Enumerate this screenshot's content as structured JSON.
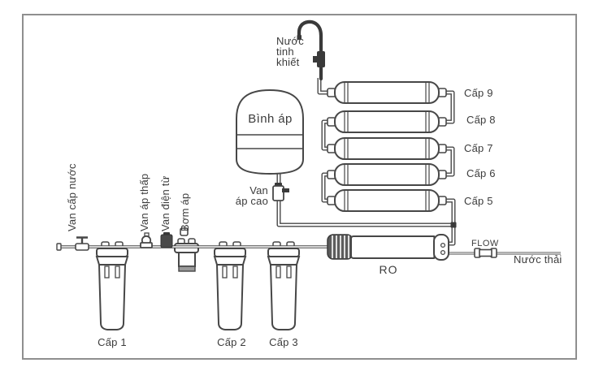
{
  "colors": {
    "line": "#474747",
    "text": "#3c3c3c",
    "border": "#8f8f8f",
    "background": "#ffffff"
  },
  "faucet": {
    "label_line1": "Nước",
    "label_line2": "tinh",
    "label_line3": "khiết"
  },
  "tank": {
    "label": "Bình áp"
  },
  "valves": {
    "feed": {
      "label": "Van cấp nước"
    },
    "low_pressure": {
      "label": "Van áp thấp"
    },
    "solenoid": {
      "label": "Van điện từ"
    },
    "pump": {
      "label": "Bơm áp"
    },
    "high_pressure": {
      "label_line1": "Van",
      "label_line2": "áp cao"
    }
  },
  "pre_filters": [
    {
      "label": "Cấp 1"
    },
    {
      "label": "Cấp 2"
    },
    {
      "label": "Cấp 3"
    }
  ],
  "post_filters": [
    {
      "label": "Cấp 9"
    },
    {
      "label": "Cấp 8"
    },
    {
      "label": "Cấp 7"
    },
    {
      "label": "Cấp 6"
    },
    {
      "label": "Cấp 5"
    }
  ],
  "membrane": {
    "label": "RO"
  },
  "waste_line": {
    "flow_label": "FLOW",
    "label": "Nước thải"
  }
}
